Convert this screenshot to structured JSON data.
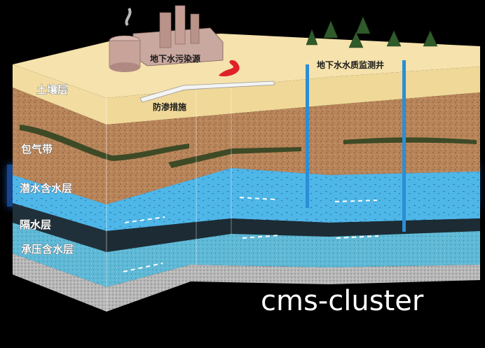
{
  "layers": {
    "soil": "土壤层",
    "vadose": "包气带",
    "phreatic": "潜水含水层",
    "aquitard": "隔水层",
    "confined": "承压含水层"
  },
  "annotations": {
    "pollution_source": "地下水污染源",
    "seepage_prevention": "防渗措施",
    "monitoring_well": "地下水水质监测井"
  },
  "watermark": "cms-cluster",
  "colors": {
    "soil": "#f2dca0",
    "vadose": "#b8855a",
    "phreatic": "#4fb6e8",
    "aquitard": "#20303a",
    "confined": "#5fb9d6",
    "bedrock": "#b8b8b8",
    "well": "#2a8fd6",
    "pollutant": "#e0202a",
    "clay_lens": "#3e4a26"
  }
}
